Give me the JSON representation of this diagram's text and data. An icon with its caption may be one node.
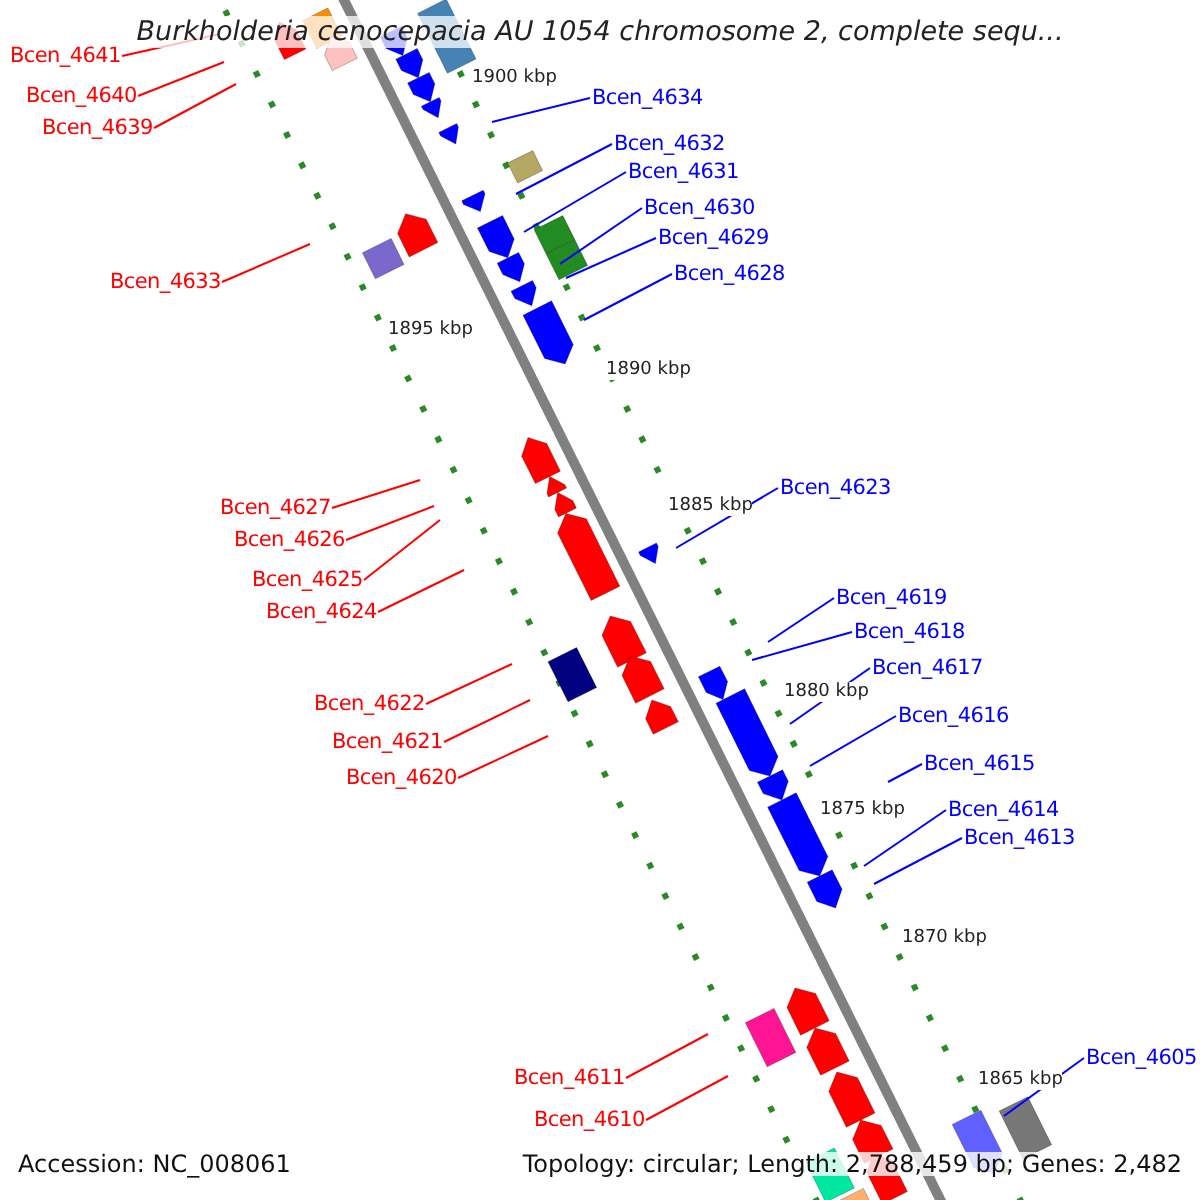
{
  "diagram": {
    "title": "Burkholderia cenocepacia AU 1054 chromosome 2, complete sequ...",
    "nodes": [
      {
        "text": [
          "Bcen_4641"
        ]
      },
      {
        "text": [
          "Bcen_4640"
        ]
      },
      {
        "text": [
          "Bcen_4639"
        ]
      },
      {
        "text": [
          "Bcen_4634"
        ]
      },
      {
        "text": [
          "Bcen_4632"
        ]
      },
      {
        "text": [
          "Bcen_4631"
        ]
      },
      {
        "text": [
          "Bcen_4630"
        ]
      },
      {
        "text": [
          "Bcen_4629"
        ]
      },
      {
        "text": [
          "Bcen_4633"
        ]
      },
      {
        "text": [
          "Bcen_4628"
        ]
      },
      {
        "text": [
          "Bcen_4623"
        ]
      },
      {
        "text": [
          "Bcen_4627"
        ]
      },
      {
        "text": [
          "Bcen_4626"
        ]
      },
      {
        "text": [
          "Bcen_4625"
        ]
      },
      {
        "text": [
          "Bcen_4624"
        ]
      },
      {
        "text": [
          "Bcen_4619"
        ]
      },
      {
        "text": [
          "Bcen_4618"
        ]
      },
      {
        "text": [
          "Bcen_4617"
        ]
      },
      {
        "text": [
          "Bcen_4622"
        ]
      },
      {
        "text": [
          "Bcen_4616"
        ]
      },
      {
        "text": [
          "Bcen_4621"
        ]
      },
      {
        "text": [
          "Bcen_4620"
        ]
      },
      {
        "text": [
          "Bcen_4615"
        ]
      },
      {
        "text": [
          "Bcen_4614"
        ]
      },
      {
        "text": [
          "Bcen_4613"
        ]
      },
      {
        "text": [
          "Bcen_4605"
        ]
      },
      {
        "text": [
          "Bcen_4611"
        ]
      },
      {
        "text": [
          "Bcen_4610"
        ]
      }
    ],
    "edges": [
      {
        "from": 0,
        "to": null,
        "arrow": "none",
        "color": "#ff0000"
      },
      {
        "from": 1,
        "to": null,
        "arrow": "none",
        "color": "#ff0000"
      },
      {
        "from": 2,
        "to": null,
        "arrow": "none",
        "color": "#ff0000"
      },
      {
        "from": 3,
        "to": null,
        "arrow": "none"
      },
      {
        "from": 4,
        "to": null,
        "arrow": "none"
      },
      {
        "from": 5,
        "to": null,
        "arrow": "none"
      },
      {
        "from": 6,
        "to": null,
        "arrow": "none"
      },
      {
        "from": 7,
        "to": null,
        "arrow": "none"
      },
      {
        "from": 8,
        "to": null,
        "arrow": "none",
        "color": "#ff0000"
      },
      {
        "from": 9,
        "to": null,
        "arrow": "none"
      },
      {
        "from": 10,
        "to": null,
        "arrow": "none"
      },
      {
        "from": 11,
        "to": null,
        "arrow": "none",
        "color": "#ff0000"
      },
      {
        "from": 12,
        "to": null,
        "arrow": "none",
        "color": "#ff0000"
      },
      {
        "from": 13,
        "to": null,
        "arrow": "none",
        "color": "#ff0000"
      },
      {
        "from": 14,
        "to": null,
        "arrow": "none",
        "color": "#ff0000"
      },
      {
        "from": 15,
        "to": null,
        "arrow": "none"
      },
      {
        "from": 16,
        "to": null,
        "arrow": "none"
      },
      {
        "from": 17,
        "to": null,
        "arrow": "none"
      },
      {
        "from": 18,
        "to": null,
        "arrow": "none",
        "color": "#ff0000"
      },
      {
        "from": 19,
        "to": null,
        "arrow": "none"
      },
      {
        "from": 20,
        "to": null,
        "arrow": "none",
        "color": "#ff0000"
      },
      {
        "from": 21,
        "to": null,
        "arrow": "none",
        "color": "#ff0000"
      },
      {
        "from": 22,
        "to": null,
        "arrow": "none"
      },
      {
        "from": 23,
        "to": null,
        "arrow": "none"
      },
      {
        "from": 24,
        "to": null,
        "arrow": "none"
      },
      {
        "from": 25,
        "to": null,
        "arrow": "none"
      },
      {
        "from": 26,
        "to": null,
        "arrow": "none",
        "color": "#ff0000"
      },
      {
        "from": 27,
        "to": null,
        "arrow": "none",
        "color": "#ff0000"
      }
    ],
    "labels": [
      "1900 kbp",
      "1895 kbp",
      "1890 kbp",
      "1885 kbp",
      "1880 kbp",
      "1875 kbp",
      "1870 kbp",
      "1865 kbp",
      "Accession: NC_008061",
      "Topology: circular; Length: 2,788,459 bp; Genes: 2,482"
    ]
  }
}
